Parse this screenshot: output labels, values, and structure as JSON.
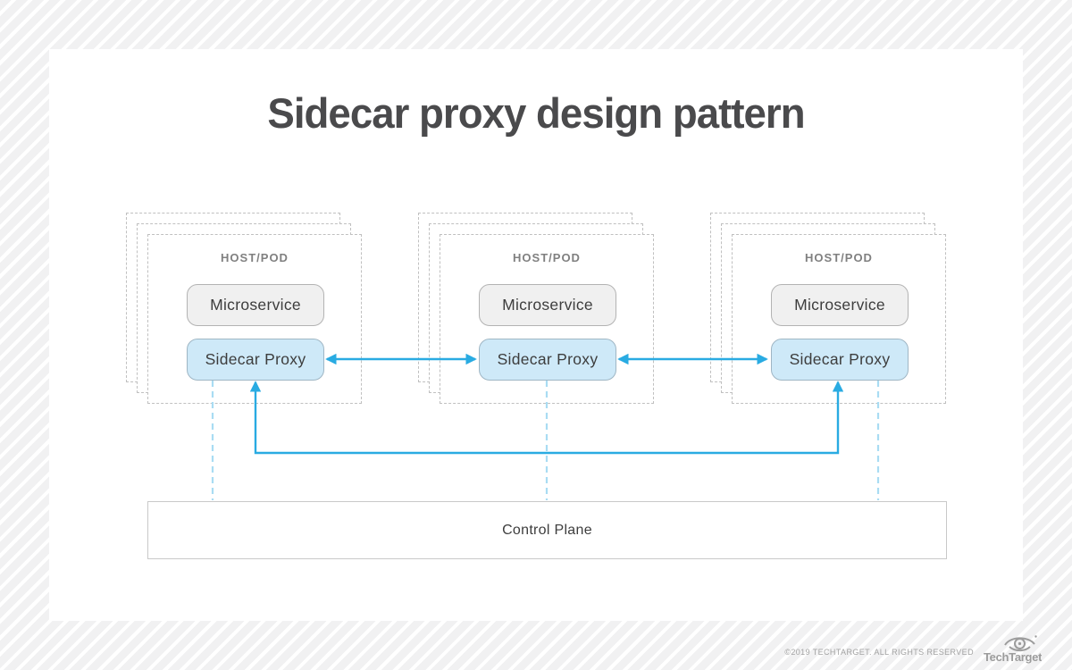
{
  "title": "Sidecar proxy design pattern",
  "hosts": [
    {
      "label": "HOST/POD",
      "microservice": "Microservice",
      "proxy": "Sidecar Proxy"
    },
    {
      "label": "HOST/POD",
      "microservice": "Microservice",
      "proxy": "Sidecar Proxy"
    },
    {
      "label": "HOST/POD",
      "microservice": "Microservice",
      "proxy": "Sidecar Proxy"
    }
  ],
  "control_plane": {
    "label": "Control Plane"
  },
  "footer": {
    "copyright": "©2019 TECHTARGET. ALL RIGHTS RESERVED",
    "brand": "TechTarget"
  },
  "colors": {
    "arrow_blue": "#29abe2",
    "dashed_link_blue": "#a9dcf3",
    "proxy_fill": "#cee9f8",
    "proxy_border": "#9fb6c4",
    "microservice_fill": "#f0f0f0",
    "microservice_border": "#b3b3b3",
    "ghost_dashed_border": "#c0c0c0",
    "title_text": "#4a4a4c",
    "background_stripe": "#f1f1f2"
  }
}
